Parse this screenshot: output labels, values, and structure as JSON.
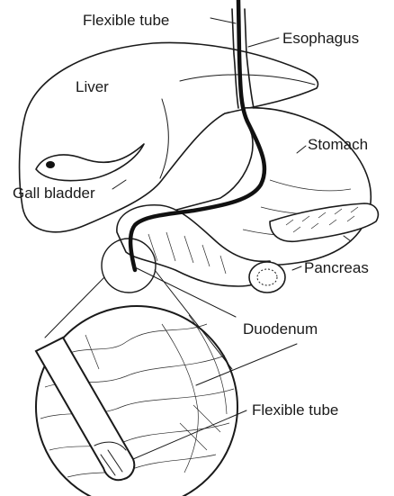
{
  "labels": {
    "flexible_tube_top": "Flexible tube",
    "esophagus": "Esophagus",
    "liver": "Liver",
    "stomach": "Stomach",
    "gall_bladder": "Gall bladder",
    "pancreas": "Pancreas",
    "duodenum": "Duodenum",
    "flexible_tube_bottom": "Flexible tube"
  }
}
